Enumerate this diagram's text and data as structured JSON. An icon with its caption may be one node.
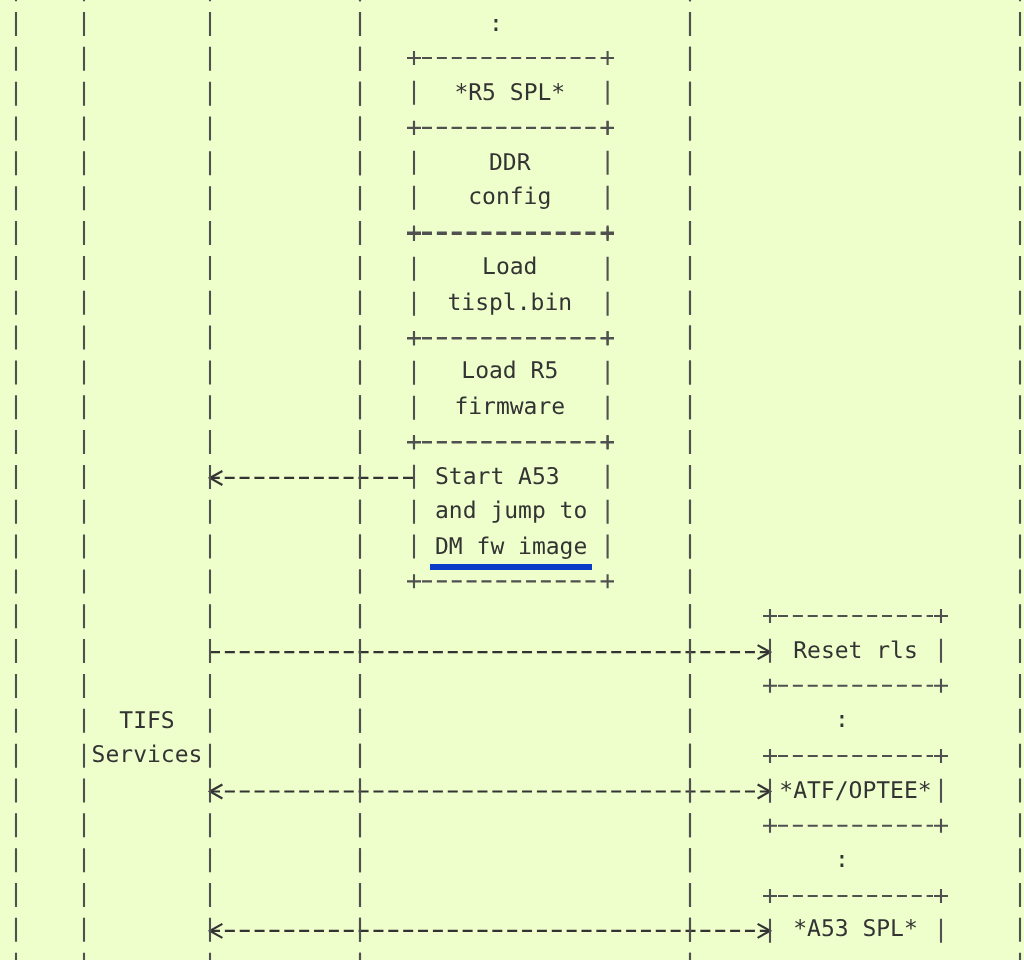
{
  "diagram": {
    "nodes": [
      {
        "text": [],
        "shape": "band"
      },
      {
        "text": [
          "TIFS Services"
        ],
        "in": 0
      },
      {
        "text": [],
        "shape": "band"
      },
      {
        "text": [
          "*R5 SPL*"
        ],
        "in": 2
      },
      {
        "text": [
          "DDR config"
        ],
        "in": 2
      },
      {
        "text": [
          "Load tispl.bin"
        ],
        "in": 2
      },
      {
        "text": [
          "Load R5 firmware"
        ],
        "in": 2
      },
      {
        "text": [
          "Start A53 and jump to DM fw image"
        ],
        "in": 2
      },
      {
        "text": [],
        "shape": "band"
      },
      {
        "text": [
          "Reset rls"
        ],
        "in": 8
      },
      {
        "text": [
          "*ATF/OPTEE*"
        ],
        "in": 8
      },
      {
        "text": [
          "*A53 SPL*"
        ],
        "in": 8
      }
    ],
    "edges": [
      {
        "from": 7,
        "to": 1,
        "arrow": "to"
      },
      {
        "from": 1,
        "to": 9,
        "arrow": "to"
      },
      {
        "from": 1,
        "to": 10,
        "arrow": "both"
      },
      {
        "from": 1,
        "to": 11,
        "arrow": "both"
      }
    ],
    "labels": [
      ":",
      ":",
      ":"
    ]
  }
}
